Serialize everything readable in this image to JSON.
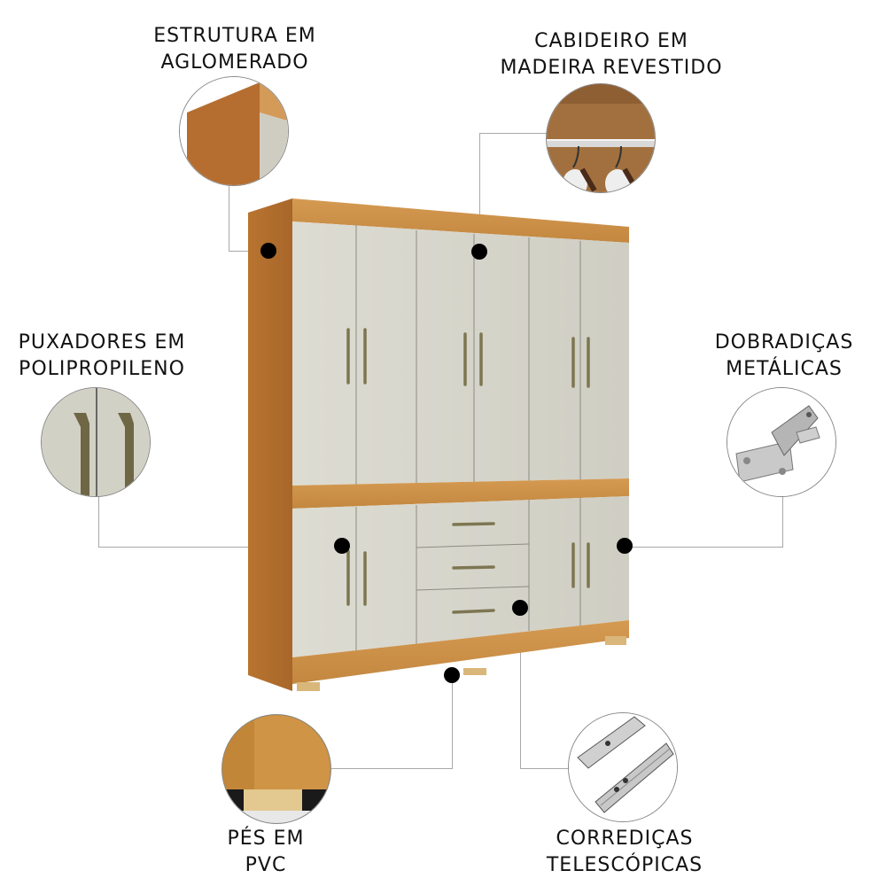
{
  "features": [
    {
      "id": "estrutura",
      "line1": "ESTRUTURA EM",
      "line2": "AGLOMERADO",
      "icon": "wood-panel-closeup"
    },
    {
      "id": "cabideiro",
      "line1": "CABIDEIRO EM",
      "line2": "MADEIRA REVESTIDO",
      "icon": "hanger-rod-closeup"
    },
    {
      "id": "puxadores",
      "line1": "PUXADORES EM",
      "line2": "POLIPROPILENO",
      "icon": "handles-closeup"
    },
    {
      "id": "dobradicas",
      "line1": "DOBRADIÇAS",
      "line2": "METÁLICAS",
      "icon": "hinge-closeup"
    },
    {
      "id": "pes",
      "line1": "PÉS EM",
      "line2": "PVC",
      "icon": "feet-closeup"
    },
    {
      "id": "corredicas",
      "line1": "CORREDIÇAS",
      "line2": "TELESCÓPICAS",
      "icon": "drawer-slides-closeup"
    }
  ],
  "colors": {
    "wood": "#c8893e",
    "wood_dark": "#a86a2c",
    "door": "#d6d5cb",
    "handle": "#7d7652",
    "dot": "#000000",
    "line": "#a8a8a8"
  }
}
